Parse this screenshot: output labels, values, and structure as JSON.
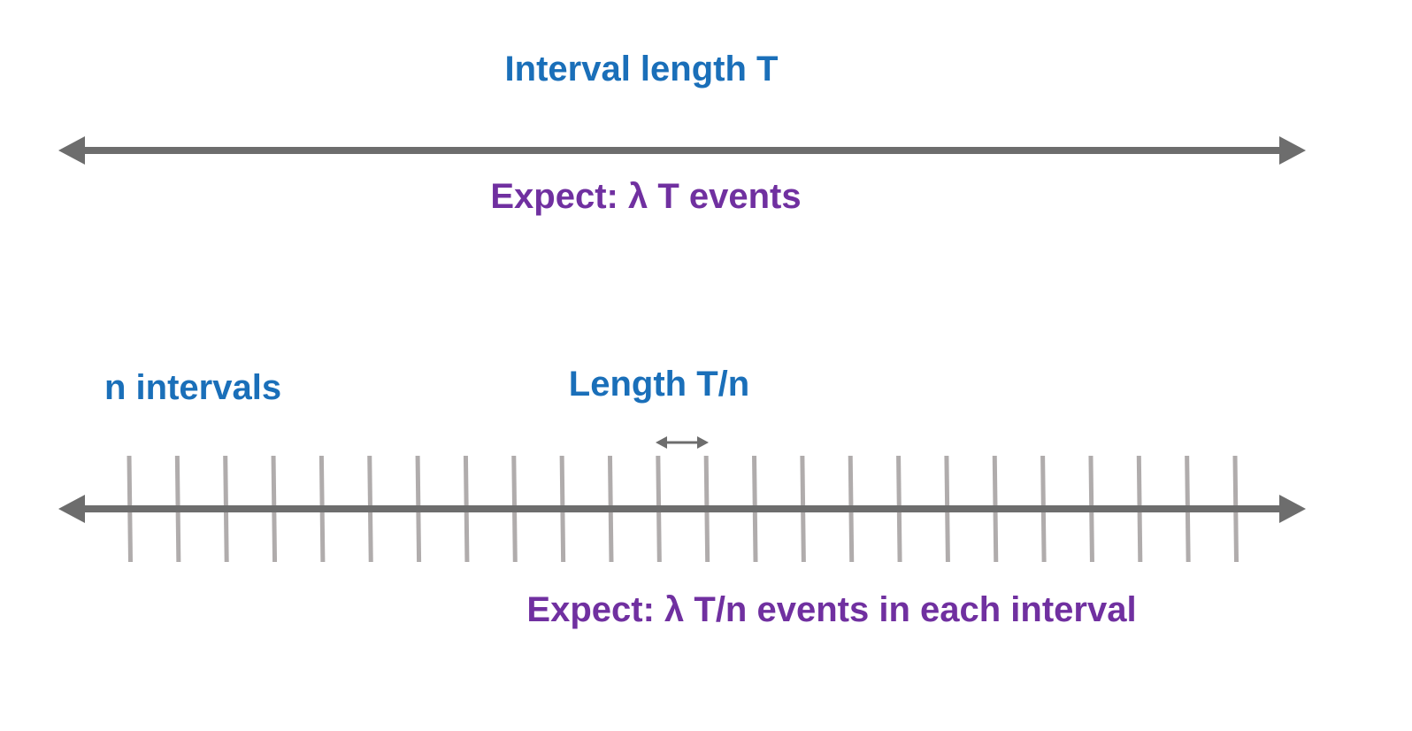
{
  "labels": {
    "interval_length": "Interval length T",
    "expect_top": "Expect: λ T events",
    "n_intervals": "n intervals",
    "length_tn": "Length T/n",
    "expect_bottom": "Expect: λ T/n events in each interval"
  },
  "ticks": {
    "count": 24
  },
  "colors": {
    "blue_text": "#1a6fb9",
    "purple_text": "#7030a0",
    "arrow_gray": "#6d6d6d",
    "tick_gray": "#b0acac"
  }
}
